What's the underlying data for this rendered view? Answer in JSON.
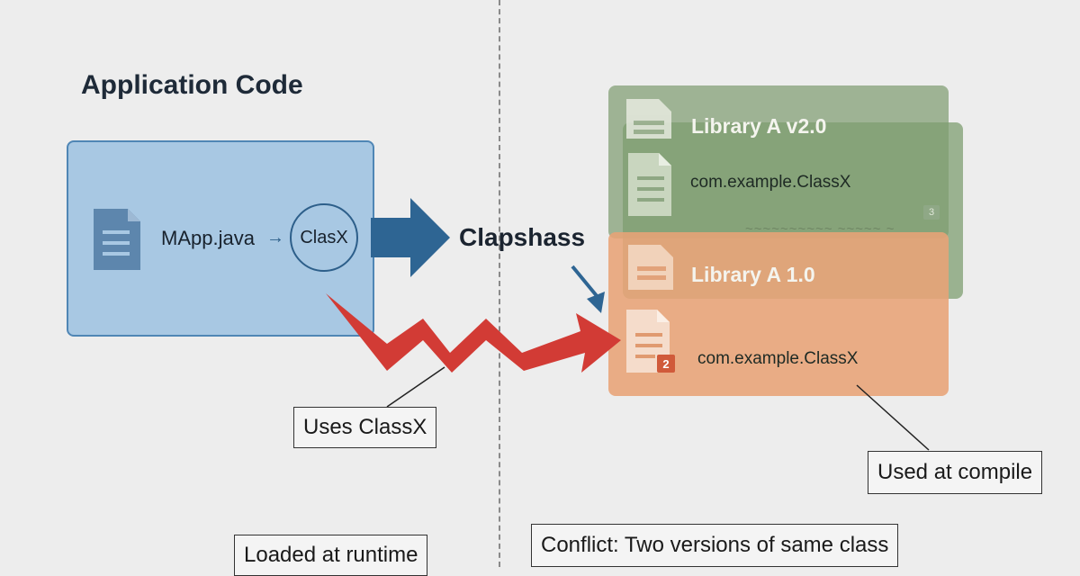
{
  "diagram": {
    "title": "Application Code",
    "app": {
      "file_label": "MApp.java",
      "arrow_glyph": "→",
      "class_circle_label": "ClasX"
    },
    "hub_label": "Clapshass",
    "libraries": {
      "green": {
        "title": "Library A v2.0",
        "class_label": "com.example.ClassX",
        "faded_text": "~~~~~~~~~~ ~~~~~ ~",
        "badge": "3"
      },
      "orange": {
        "title": "Library A 1.0",
        "class_label": "com.example.ClassX",
        "badge": "2"
      }
    },
    "callouts": {
      "uses": "Uses ClassX",
      "compile": "Used at compile",
      "runtime": "Loaded at runtime",
      "conflict": "Conflict: Two versions of same class"
    },
    "colors": {
      "background": "#ededed",
      "app_box_fill": "#a8c8e3",
      "app_box_border": "#4f86b5",
      "blue_arrow": "#2e6593",
      "red_arrow": "#d23b35",
      "library_v2": "#9eb394",
      "library_v1": "#e8a376"
    },
    "icons": [
      "document-icon",
      "arrow-right-icon",
      "zigzag-arrow-icon"
    ]
  }
}
